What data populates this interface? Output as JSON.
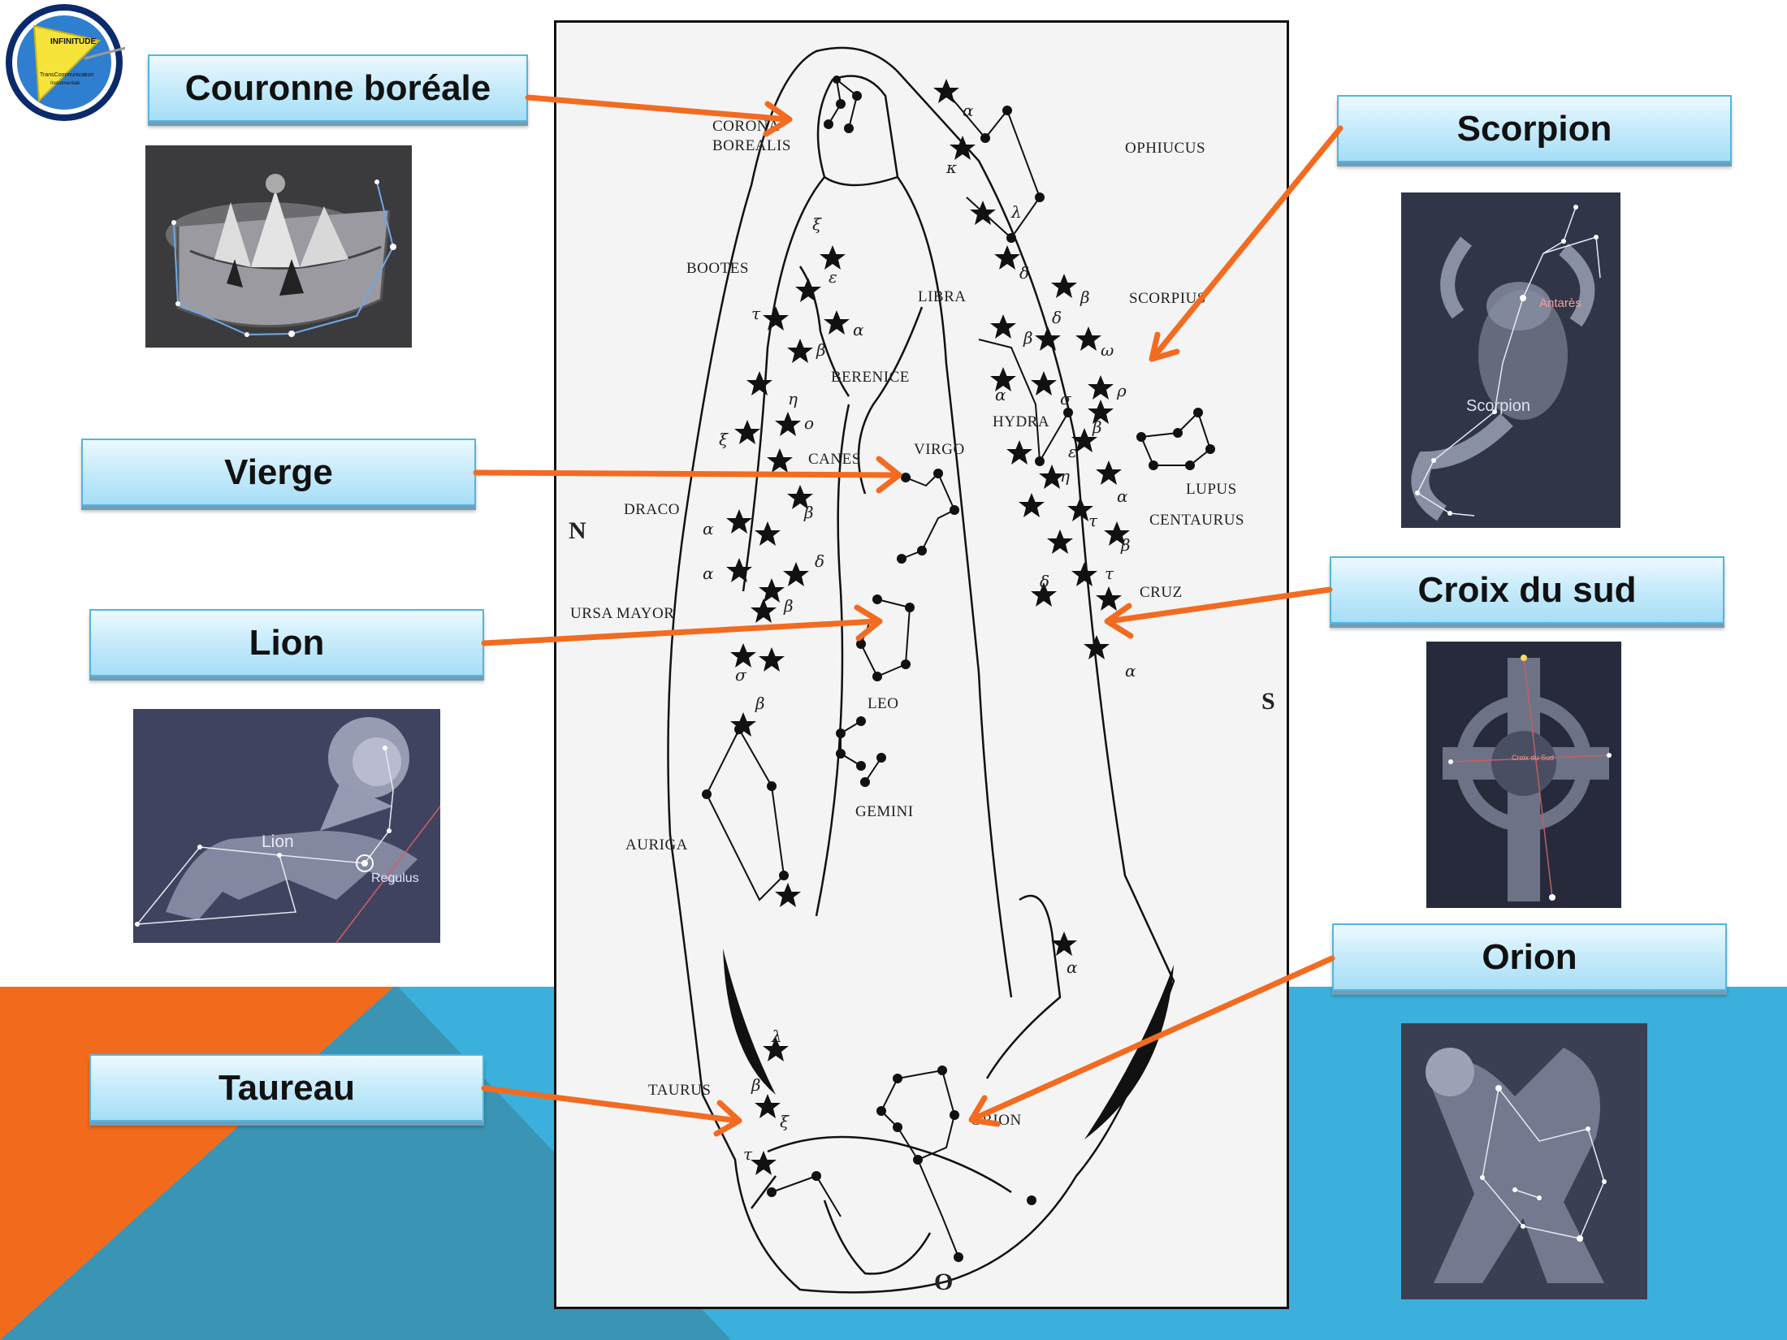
{
  "logo": {
    "title": "INFINITUDE",
    "subtitle_line1": "TransCommunication",
    "subtitle_line2": "Instrumentale"
  },
  "labels": {
    "couronne": "Couronne boréale",
    "vierge": "Vierge",
    "lion": "Lion",
    "taureau": "Taureau",
    "scorpion": "Scorpion",
    "croix": "Croix du sud",
    "orion": "Orion"
  },
  "photos": {
    "lion_caption": "Lion",
    "regulus_caption": "Regulus",
    "scorpion_caption": "Scorpion",
    "antares_caption": "Antarès",
    "croix_caption": "Croix du Sud"
  },
  "chart": {
    "constellations": {
      "corona_line1": "CORONA",
      "corona_line2": "BOREALIS",
      "ophiucus": "OPHIUCUS",
      "bootes": "BOOTES",
      "libra": "LIBRA",
      "scorpius": "SCORPIUS",
      "berenice": "BERENICE",
      "hydra": "HYDRA",
      "canes": "CANES",
      "virgo": "VIRGO",
      "lupus": "LUPUS",
      "draco": "DRACO",
      "centaurus": "CENTAURUS",
      "ursa_mayor": "URSA MAYOR",
      "cruz": "CRUZ",
      "leo": "LEO",
      "gemini": "GEMINI",
      "auriga": "AURIGA",
      "taurus": "TAURUS",
      "orion": "ORION"
    },
    "directions": {
      "n": "N",
      "s": "S",
      "o": "O"
    }
  },
  "colors": {
    "arrow": "#f26b21",
    "band_blue": "#3bb0dc",
    "band_orange": "#f26b1d",
    "band_teal": "#3a94b4"
  }
}
